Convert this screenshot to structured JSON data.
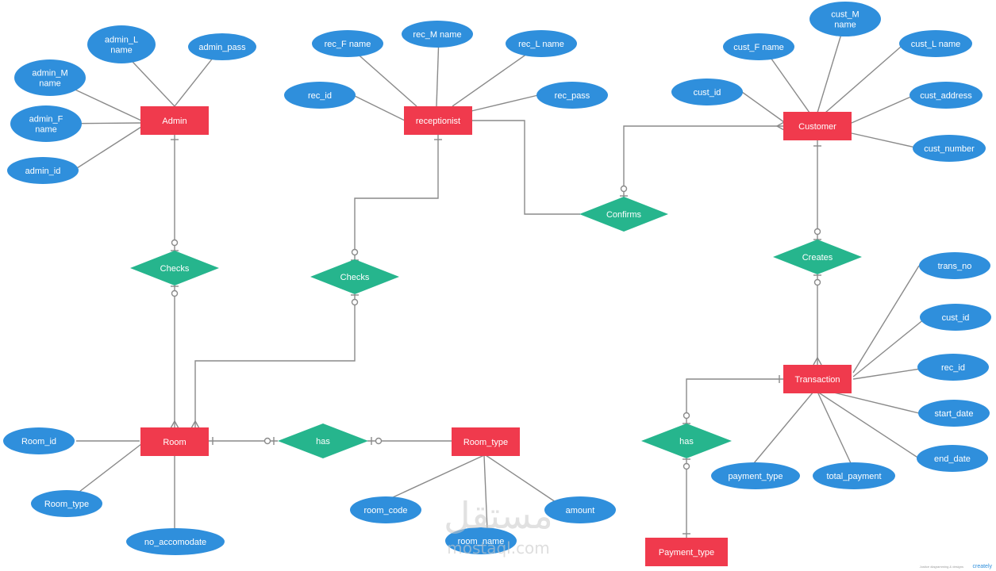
{
  "colors": {
    "entity": "#f03a4d",
    "attribute": "#2f8fdc",
    "relationship": "#26b58d",
    "line": "#8a8a8a"
  },
  "entities": {
    "admin": "Admin",
    "receptionist": "receptionist",
    "customer": "Customer",
    "room": "Room",
    "room_type": "Room_type",
    "transaction": "Transaction",
    "payment_type": "Payment_type"
  },
  "relationships": {
    "checks_admin": "Checks",
    "checks_rec": "Checks",
    "confirms": "Confirms",
    "creates": "Creates",
    "has_room": "has",
    "has_pay": "has"
  },
  "attributes": {
    "admin_l_name": [
      "admin_L",
      "name"
    ],
    "admin_pass": "admin_pass",
    "admin_m_name": [
      "admin_M",
      "name"
    ],
    "admin_f_name": [
      "admin_F",
      "name"
    ],
    "admin_id": "admin_id",
    "rec_f_name": "rec_F name",
    "rec_m_name": "rec_M name",
    "rec_l_name": "rec_L name",
    "rec_id": "rec_id",
    "rec_pass": "rec_pass",
    "cust_m_name": [
      "cust_M",
      "name"
    ],
    "cust_f_name": "cust_F name",
    "cust_l_name": "cust_L name",
    "cust_id": "cust_id",
    "cust_address": "cust_address",
    "cust_number": "cust_number",
    "trans_no": "trans_no",
    "t_cust_id": "cust_id",
    "t_rec_id": "rec_id",
    "start_date": "start_date",
    "end_date": "end_date",
    "payment_type": "payment_type",
    "total_payment": "total_payment",
    "room_id": "Room_id",
    "room_type_attr": "Room_type",
    "no_accomodate": "no_accomodate",
    "room_code": "room_code",
    "amount": "amount",
    "room_name": "room_name"
  },
  "watermark": {
    "arabic": "مستقل",
    "latin": "mostaql.com"
  },
  "credit": {
    "small": "Justice diagramming & designs",
    "brand": "creately"
  }
}
